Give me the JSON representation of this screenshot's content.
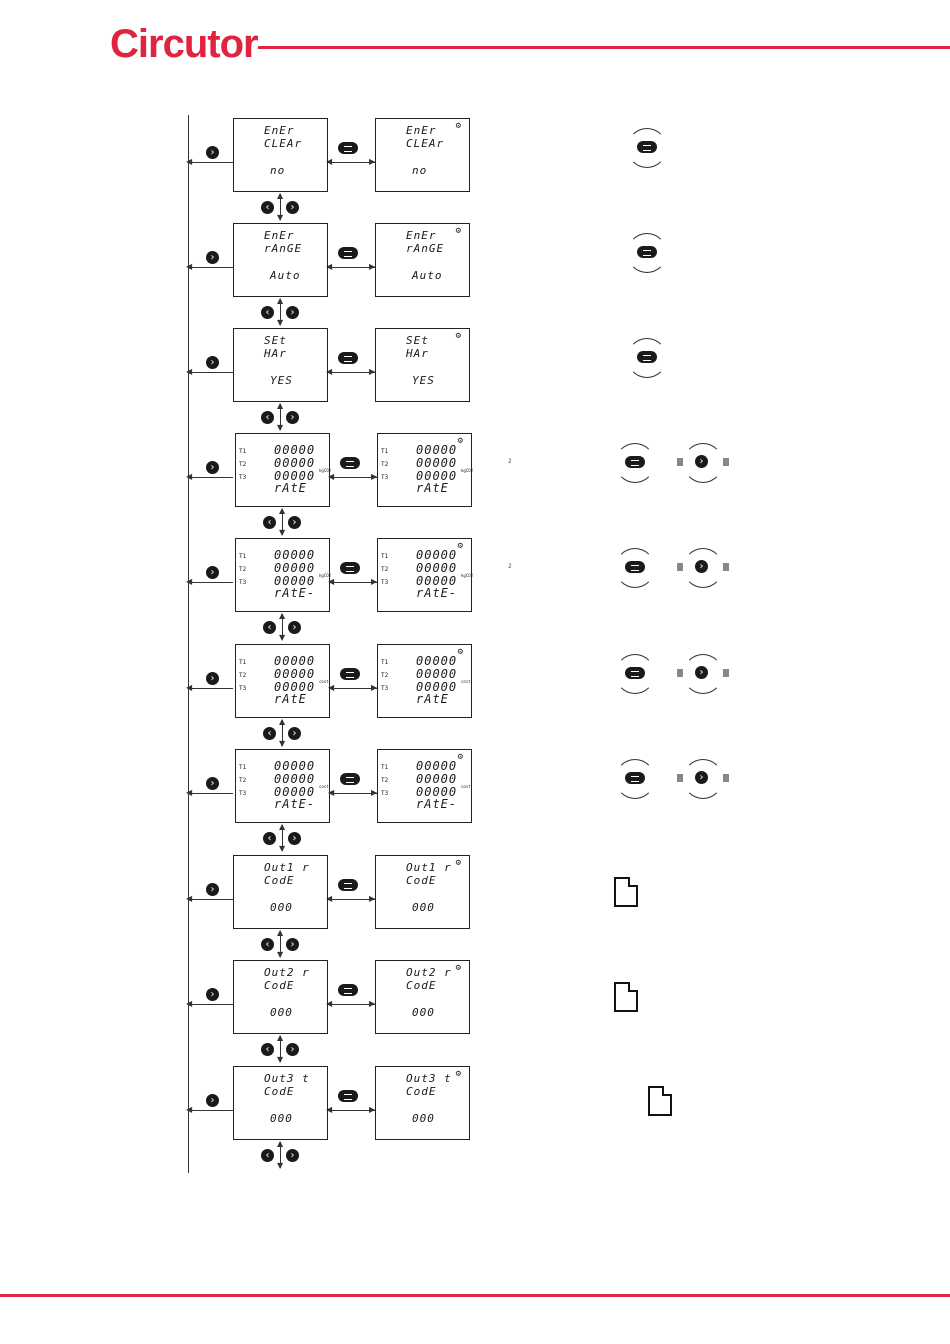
{
  "header": {
    "brand": "Circutor"
  },
  "icons": {
    "next": "chevron-right-icon",
    "prev": "chevron-left-icon",
    "menu": "menu-button-icon",
    "gear": "gear-icon",
    "document": "document-icon"
  },
  "colors": {
    "brand": "#e0233f",
    "ink": "#1a1a1a"
  },
  "screens": [
    {
      "id": "ener-clear",
      "kind": "text",
      "line1": "EnEr",
      "line2": "CLEAr",
      "line3": "no"
    },
    {
      "id": "ener-range",
      "kind": "text",
      "line1": "EnEr",
      "line2": "rAnGE",
      "line3": "Auto"
    },
    {
      "id": "set-har",
      "kind": "text",
      "line1": "SEt",
      "line2": "HAr",
      "line3": "YES"
    },
    {
      "id": "rate-1",
      "kind": "tariff",
      "t1": "T1",
      "t2": "T2",
      "t3": "T3",
      "v1": "00000",
      "v2": "00000",
      "v3": "00000",
      "rate": "rAtE",
      "unit": "kgCO2",
      "footnote": "2"
    },
    {
      "id": "rate-2",
      "kind": "tariff",
      "t1": "T1",
      "t2": "T2",
      "t3": "T3",
      "v1": "00000",
      "v2": "00000",
      "v3": "00000",
      "rate": "rAtE-",
      "unit": "kgCO2",
      "footnote": "2"
    },
    {
      "id": "rate-3",
      "kind": "tariff",
      "t1": "T1",
      "t2": "T2",
      "t3": "T3",
      "v1": "00000",
      "v2": "00000",
      "v3": "00000",
      "rate": "rAtE",
      "unit": "cost",
      "footnote": ""
    },
    {
      "id": "rate-4",
      "kind": "tariff",
      "t1": "T1",
      "t2": "T2",
      "t3": "T3",
      "v1": "00000",
      "v2": "00000",
      "v3": "00000",
      "rate": "rAtE-",
      "unit": "cost",
      "footnote": ""
    },
    {
      "id": "out1",
      "kind": "text",
      "line1": "Out1 r",
      "line2": "CodE",
      "line3": "000"
    },
    {
      "id": "out2",
      "kind": "text",
      "line1": "Out2 r",
      "line2": "CodE",
      "line3": "000"
    },
    {
      "id": "out3",
      "kind": "text",
      "line1": "Out3 t",
      "line2": "CodE",
      "line3": "000"
    }
  ]
}
